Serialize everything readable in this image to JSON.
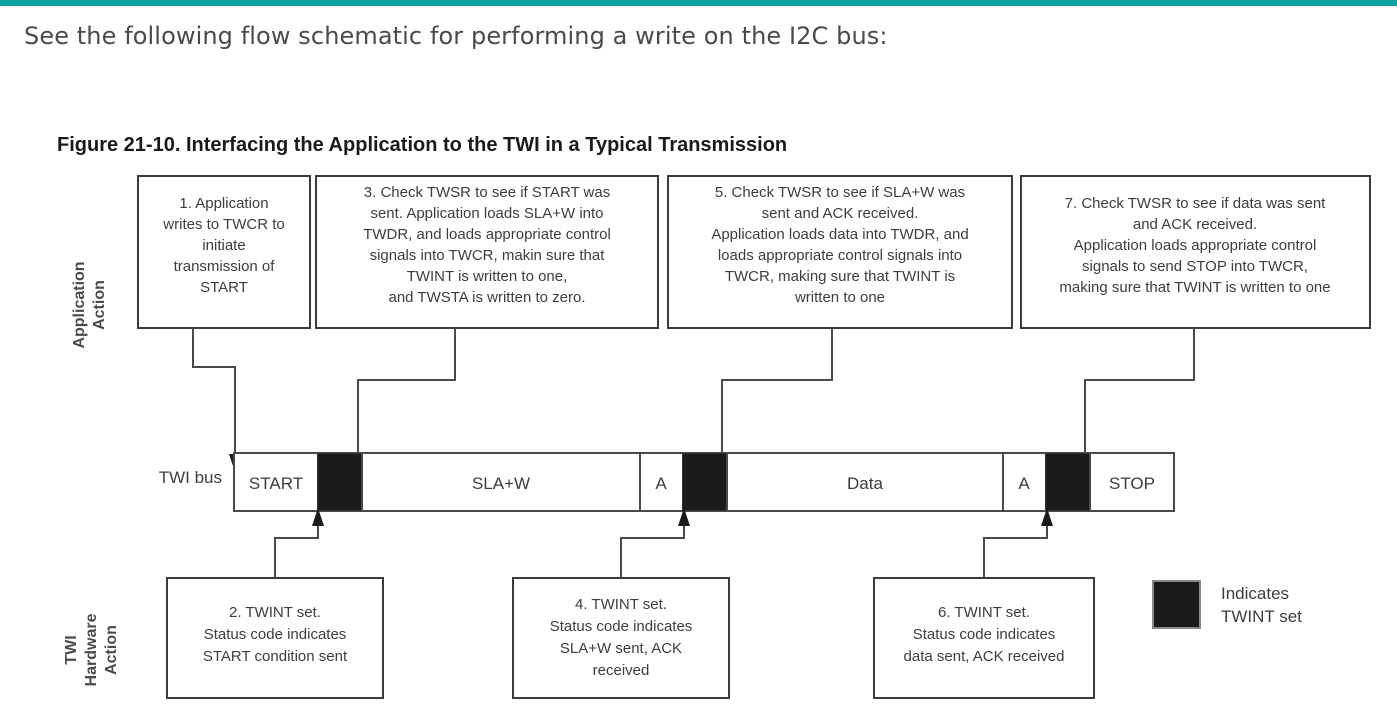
{
  "page": {
    "accent_color": "#11a0a0",
    "intro_text": "See the following flow schematic for performing a write on the I2C bus:"
  },
  "figure": {
    "caption_label": "Figure 21-10.",
    "caption_title": "Interfacing the Application to the TWI in a Typical Transmission",
    "side_labels": {
      "top": "Application\nAction",
      "top_line1": "Application",
      "top_line2": "Action",
      "bottom_line1": "TWI",
      "bottom_line2": "Hardware",
      "bottom_line3": "Action"
    },
    "application_boxes": [
      {
        "id": "box-1",
        "lines": [
          "1. Application",
          "writes to TWCR to",
          "initiate",
          "transmission of",
          "START"
        ]
      },
      {
        "id": "box-3",
        "lines": [
          "3. Check TWSR to see if START was",
          "sent. Application loads SLA+W into",
          "TWDR, and loads appropriate control",
          "signals into TWCR, makin sure that",
          "TWINT is written to one,",
          "and TWSTA is written to zero."
        ]
      },
      {
        "id": "box-5",
        "lines": [
          "5. Check TWSR to see if SLA+W was",
          "sent and ACK received.",
          "Application loads data into TWDR, and",
          "loads appropriate control signals into",
          "TWCR, making sure that TWINT is",
          "written to one"
        ]
      },
      {
        "id": "box-7",
        "lines": [
          "7. Check TWSR to see if data was sent",
          "and ACK received.",
          "Application loads appropriate control",
          "signals to send STOP into TWCR,",
          "making sure that TWINT is written to one"
        ]
      }
    ],
    "hardware_boxes": [
      {
        "id": "box-2",
        "lines": [
          "2. TWINT set.",
          "Status code indicates",
          "START condition sent"
        ]
      },
      {
        "id": "box-4",
        "lines": [
          "4. TWINT set.",
          "Status code indicates",
          "SLA+W sent, ACK",
          "received"
        ]
      },
      {
        "id": "box-6",
        "lines": [
          "6. TWINT set.",
          "Status code indicates",
          "data sent, ACK received"
        ]
      }
    ],
    "bus": {
      "row_label": "TWI bus",
      "segments": [
        {
          "label": "START",
          "type": "normal"
        },
        {
          "label": "",
          "type": "twint"
        },
        {
          "label": "SLA+W",
          "type": "normal"
        },
        {
          "label": "A",
          "type": "normal"
        },
        {
          "label": "",
          "type": "twint"
        },
        {
          "label": "Data",
          "type": "normal"
        },
        {
          "label": "A",
          "type": "normal"
        },
        {
          "label": "",
          "type": "twint"
        },
        {
          "label": "STOP",
          "type": "normal"
        }
      ]
    },
    "legend": {
      "swatch_color": "#1b1b1b",
      "line1": "Indicates",
      "line2": "TWINT set"
    }
  }
}
